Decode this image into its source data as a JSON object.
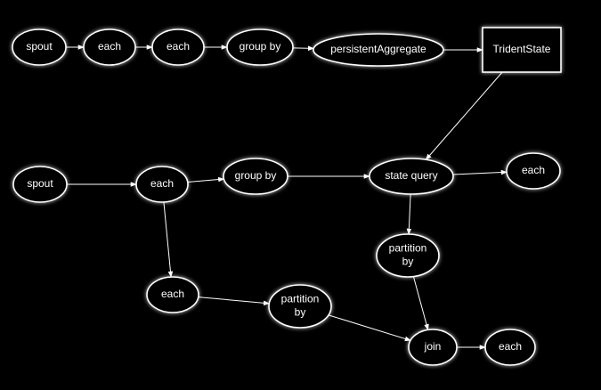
{
  "nodes": [
    {
      "id": "spout1",
      "shape": "ellipse",
      "lines": [
        "spout"
      ]
    },
    {
      "id": "each1",
      "shape": "ellipse",
      "lines": [
        "each"
      ]
    },
    {
      "id": "each2",
      "shape": "ellipse",
      "lines": [
        "each"
      ]
    },
    {
      "id": "groupby1",
      "shape": "ellipse",
      "lines": [
        "group by"
      ]
    },
    {
      "id": "persist",
      "shape": "ellipse",
      "lines": [
        "persistentAggregate"
      ]
    },
    {
      "id": "tstate",
      "shape": "rect",
      "lines": [
        "TridentState"
      ]
    },
    {
      "id": "spout2",
      "shape": "ellipse",
      "lines": [
        "spout"
      ]
    },
    {
      "id": "each3",
      "shape": "ellipse",
      "lines": [
        "each"
      ]
    },
    {
      "id": "groupby2",
      "shape": "ellipse",
      "lines": [
        "group by"
      ]
    },
    {
      "id": "squery",
      "shape": "ellipse",
      "lines": [
        "state query"
      ]
    },
    {
      "id": "each4",
      "shape": "ellipse",
      "lines": [
        "each"
      ]
    },
    {
      "id": "part1",
      "shape": "ellipse",
      "lines": [
        "partition",
        "by"
      ]
    },
    {
      "id": "each5",
      "shape": "ellipse",
      "lines": [
        "each"
      ]
    },
    {
      "id": "part2",
      "shape": "ellipse",
      "lines": [
        "partition",
        "by"
      ]
    },
    {
      "id": "join",
      "shape": "ellipse",
      "lines": [
        "join"
      ]
    },
    {
      "id": "each6",
      "shape": "ellipse",
      "lines": [
        "each"
      ]
    }
  ],
  "edges": [
    {
      "from": "spout1",
      "to": "each1"
    },
    {
      "from": "each1",
      "to": "each2"
    },
    {
      "from": "each2",
      "to": "groupby1"
    },
    {
      "from": "groupby1",
      "to": "persist"
    },
    {
      "from": "persist",
      "to": "tstate"
    },
    {
      "from": "tstate",
      "to": "squery"
    },
    {
      "from": "spout2",
      "to": "each3"
    },
    {
      "from": "each3",
      "to": "groupby2"
    },
    {
      "from": "groupby2",
      "to": "squery"
    },
    {
      "from": "squery",
      "to": "each4"
    },
    {
      "from": "squery",
      "to": "part1"
    },
    {
      "from": "each3",
      "to": "each5"
    },
    {
      "from": "each5",
      "to": "part2"
    },
    {
      "from": "part1",
      "to": "join"
    },
    {
      "from": "part2",
      "to": "join"
    },
    {
      "from": "join",
      "to": "each6"
    }
  ]
}
